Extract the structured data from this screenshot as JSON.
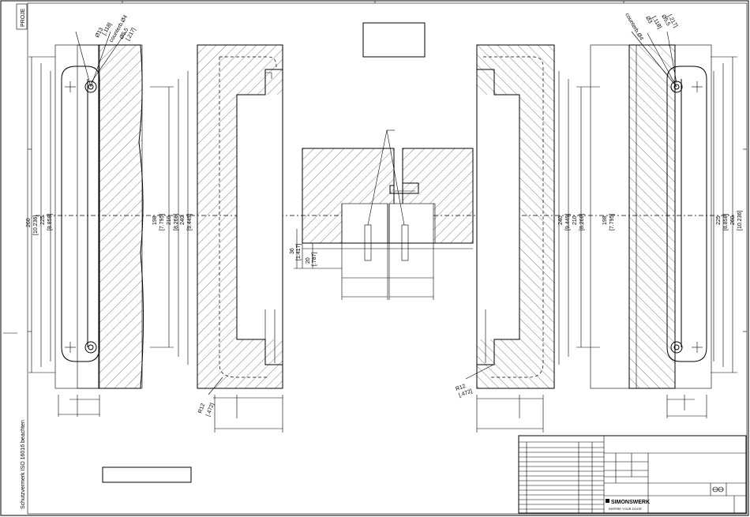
{
  "frame": {
    "zone_label": "PROJE",
    "side_note": "Schutzvermerk ISO 16016 beachten"
  },
  "left_view": {
    "dia_hole": "Ø13",
    "dia_hole_in": "[.118]",
    "counterbore": "counterb.Ø4",
    "dia_outer": "Ø5,5",
    "dia_outer_in": "[.217]",
    "dim_260": "260",
    "dim_260_in": "[10.236]",
    "dim_225": "225",
    "dim_225_in": "[8.858]",
    "dim_198": "198",
    "dim_198_in": "[7.795]",
    "dim_210": "210",
    "dim_210_in": "[8.268]",
    "dim_240": "240",
    "dim_240_in": "[9.449]",
    "radius": "R12",
    "radius_in": "[.472]"
  },
  "center_view": {
    "dim_36": "36",
    "dim_36_in": "[1.417]",
    "dim_20": "20",
    "dim_20_in": "[.787]"
  },
  "right_view": {
    "counterbore": "counterb.Ø4",
    "dia_hole": "Ø3",
    "dia_hole_in": "[.118]",
    "dia_outer": "Ø5,5",
    "dia_outer_in": "[.217]",
    "dim_240": "240",
    "dim_240_in": "[9.449]",
    "dim_210": "210",
    "dim_210_in": "[8.268]",
    "dim_198": "198",
    "dim_198_in": "[7.795]",
    "dim_225": "225",
    "dim_225_in": "[8.858]",
    "dim_260": "260",
    "dim_260_in": "[10.236]",
    "radius": "R12",
    "radius_in": "[.472]"
  },
  "title_block": {
    "brand": "SIMONSWERK",
    "brand_sub": "INSPIRE YOUR DOOR"
  }
}
